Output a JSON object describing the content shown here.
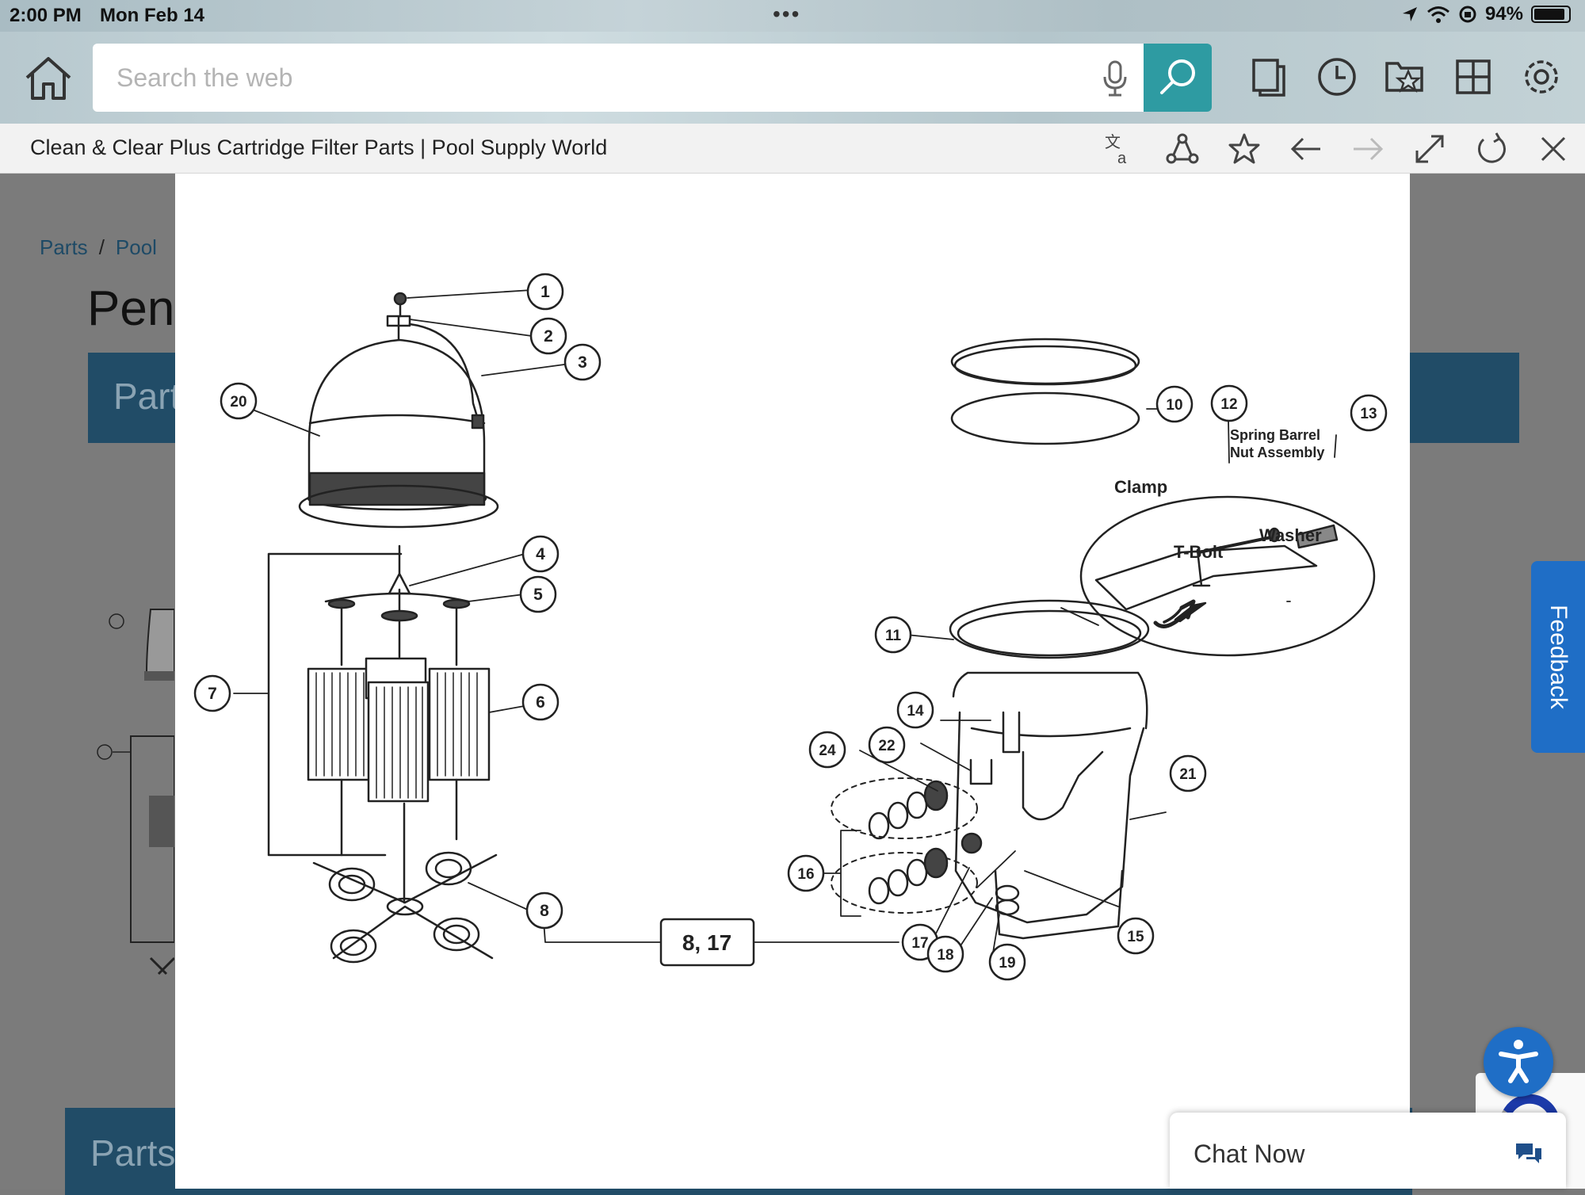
{
  "status_bar": {
    "time": "2:00 PM",
    "date": "Mon Feb 14",
    "battery": "94%",
    "icons": [
      "location-icon",
      "wifi-icon",
      "orientation-lock-icon",
      "battery-icon"
    ]
  },
  "toolbar": {
    "search_placeholder": "Search the web",
    "icons": [
      "home-icon",
      "microphone-icon",
      "search-icon",
      "tabs-icon",
      "history-icon",
      "favorites-icon",
      "apps-icon",
      "settings-icon"
    ]
  },
  "tab": {
    "title": "Clean & Clear Plus Cartridge Filter Parts | Pool Supply World",
    "icons": [
      "translate-icon",
      "share-icon",
      "star-icon",
      "back-icon",
      "forward-icon",
      "expand-icon",
      "refresh-icon",
      "close-icon"
    ]
  },
  "background_page": {
    "breadcrumb": [
      "Parts",
      "Pool"
    ],
    "heading": "Pen",
    "tab_label": "Part",
    "bottom_tab_label": "Parts"
  },
  "diagram": {
    "callouts": [
      "1",
      "2",
      "3",
      "4",
      "5",
      "6",
      "7",
      "8",
      "10",
      "11",
      "12",
      "13",
      "14",
      "15",
      "16",
      "17",
      "18",
      "19",
      "20",
      "21",
      "22",
      "24"
    ],
    "combined_label": "8, 17",
    "inset_labels": {
      "spring": "Spring Barrel",
      "nut": "Nut Assembly",
      "clamp": "Clamp",
      "washer": "Washer",
      "tbolt": "T-Bolt"
    }
  },
  "feedback_label": "Feedback",
  "chat_label": "Chat Now",
  "colors": {
    "accent": "#2e9ba2",
    "page_blue": "#214c67",
    "link_blue": "#1e4a66",
    "feedback_blue": "#1f6ec6"
  }
}
